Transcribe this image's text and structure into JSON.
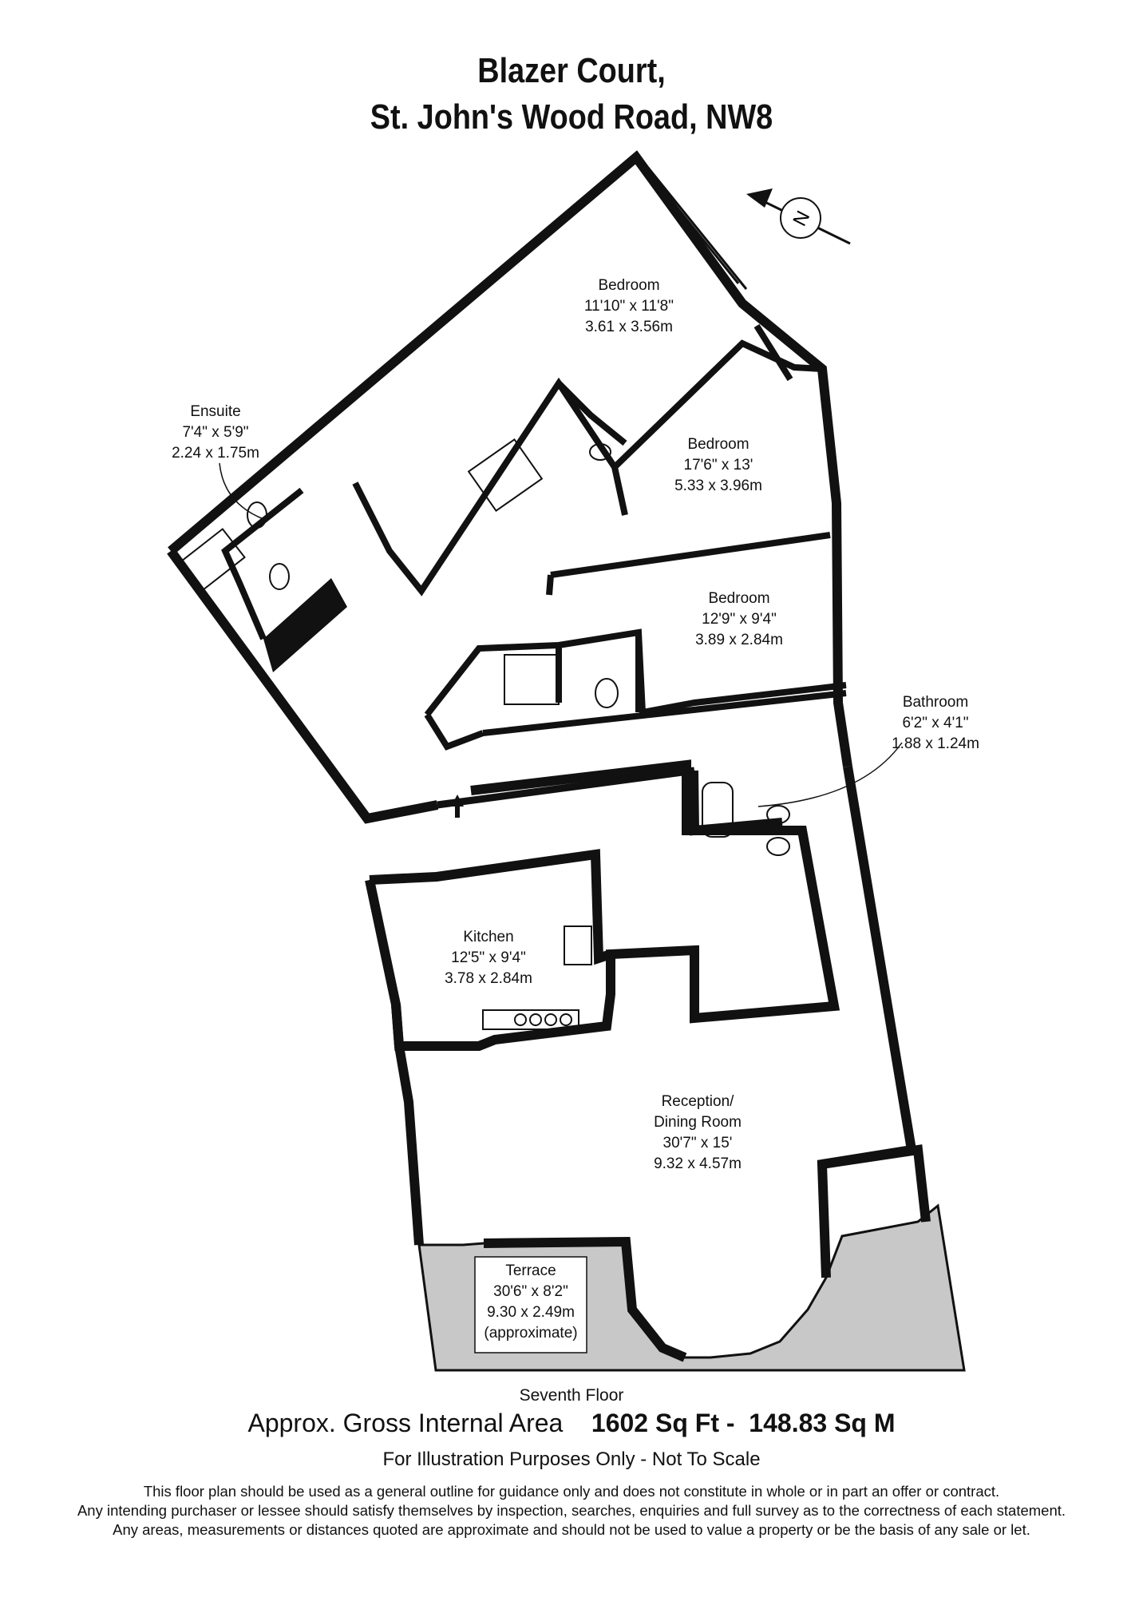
{
  "header": {
    "title_line1": "Blazer Court,",
    "title_line2": "St. John's Wood Road, NW8"
  },
  "compass": {
    "label": "N",
    "icon": "north-arrow-compass-icon"
  },
  "rooms": {
    "bedroom1": {
      "name": "Bedroom",
      "imperial": "11'10\" x 11'8\"",
      "metric": "3.61 x 3.56m"
    },
    "bedroom2": {
      "name": "Bedroom",
      "imperial": "17'6\" x 13'",
      "metric": "5.33 x 3.96m"
    },
    "bedroom3": {
      "name": "Bedroom",
      "imperial": "12'9\" x 9'4\"",
      "metric": "3.89 x 2.84m"
    },
    "ensuite": {
      "name": "Ensuite",
      "imperial": "7'4\" x 5'9\"",
      "metric": "2.24 x 1.75m"
    },
    "bathroom": {
      "name": "Bathroom",
      "imperial": "6'2\" x 4'1\"",
      "metric": "1.88 x 1.24m"
    },
    "kitchen": {
      "name": "Kitchen",
      "imperial": "12'5\" x 9'4\"",
      "metric": "3.78 x 2.84m"
    },
    "reception": {
      "name_line1": "Reception/",
      "name_line2": "Dining Room",
      "imperial": "30'7\" x 15'",
      "metric": "9.32 x 4.57m"
    },
    "terrace": {
      "name": "Terrace",
      "imperial": "30'6\" x 8'2\"",
      "metric": "9.30 x 2.49m",
      "note": "(approximate)"
    }
  },
  "footer": {
    "floor": "Seventh Floor",
    "area_label": "Approx. Gross Internal Area",
    "sqft": "1602",
    "sqft_unit": "Sq Ft",
    "sep": "-",
    "sqm": "148.83",
    "sqm_unit": "Sq M",
    "illustration": "For Illustration Purposes Only - Not To Scale",
    "disclaimer1": "This floor plan should be used as a general outline for guidance only and does not constitute in whole or in part an offer or contract.",
    "disclaimer2": "Any intending purchaser or lessee should satisfy themselves by inspection, searches, enquiries and full survey as to the correctness of each statement.",
    "disclaimer3": "Any areas, measurements or distances quoted are approximate and should not be used to value a property or be the basis of any sale or let."
  },
  "colors": {
    "wall": "#111111",
    "terrace": "#c8c8c8",
    "background": "#ffffff"
  }
}
